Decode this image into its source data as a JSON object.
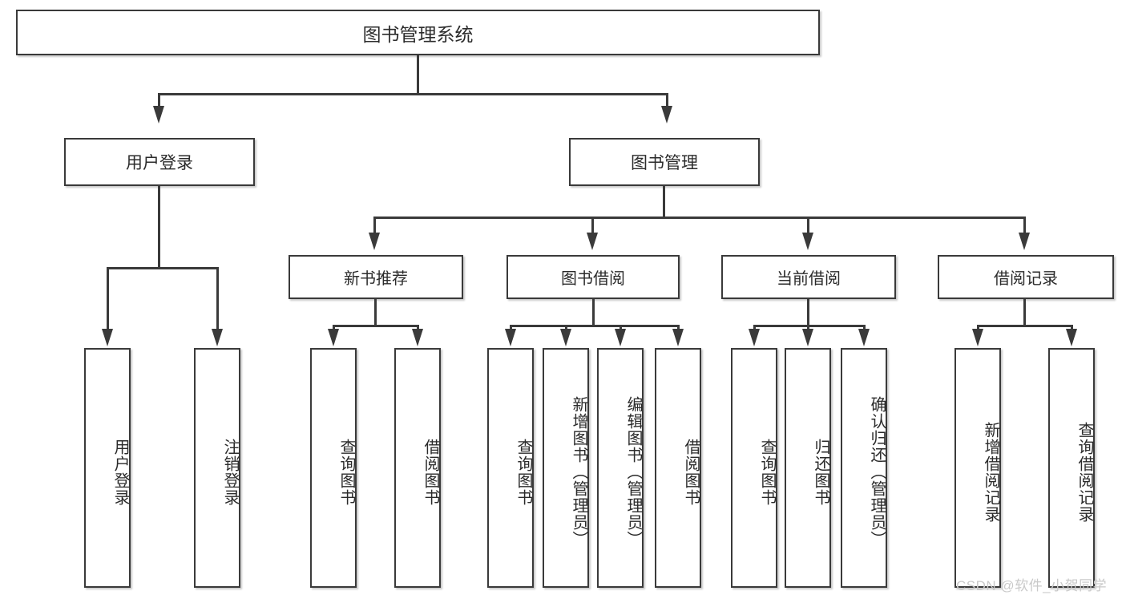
{
  "diagram": {
    "title": "图书管理系统",
    "root": {
      "label": "图书管理系统"
    },
    "level1": [
      {
        "label": "用户登录"
      },
      {
        "label": "图书管理"
      }
    ],
    "level2": [
      {
        "label": "新书推荐"
      },
      {
        "label": "图书借阅"
      },
      {
        "label": "当前借阅"
      },
      {
        "label": "借阅记录"
      }
    ],
    "leaves": {
      "user_login": [
        {
          "label": "用户登录"
        },
        {
          "label": "注销登录"
        }
      ],
      "new_book_recommend": [
        {
          "label": "查询图书"
        },
        {
          "label": "借阅图书"
        }
      ],
      "book_borrow": [
        {
          "label": "查询图书"
        },
        {
          "label": "新增图书（管理员）"
        },
        {
          "label": "编辑图书（管理员）"
        },
        {
          "label": "借阅图书"
        }
      ],
      "current_borrow": [
        {
          "label": "查询图书"
        },
        {
          "label": "归还图书"
        },
        {
          "label": "确认归还（管理员）"
        }
      ],
      "borrow_record": [
        {
          "label": "新增借阅记录"
        },
        {
          "label": "查询借阅记录"
        }
      ]
    }
  },
  "watermark": {
    "text": "CSDN @软件_小贺同学"
  },
  "colors": {
    "border": "#3a3a3a",
    "text": "#2b2b2b",
    "background": "#ffffff",
    "watermark": "#c9c9c9"
  }
}
